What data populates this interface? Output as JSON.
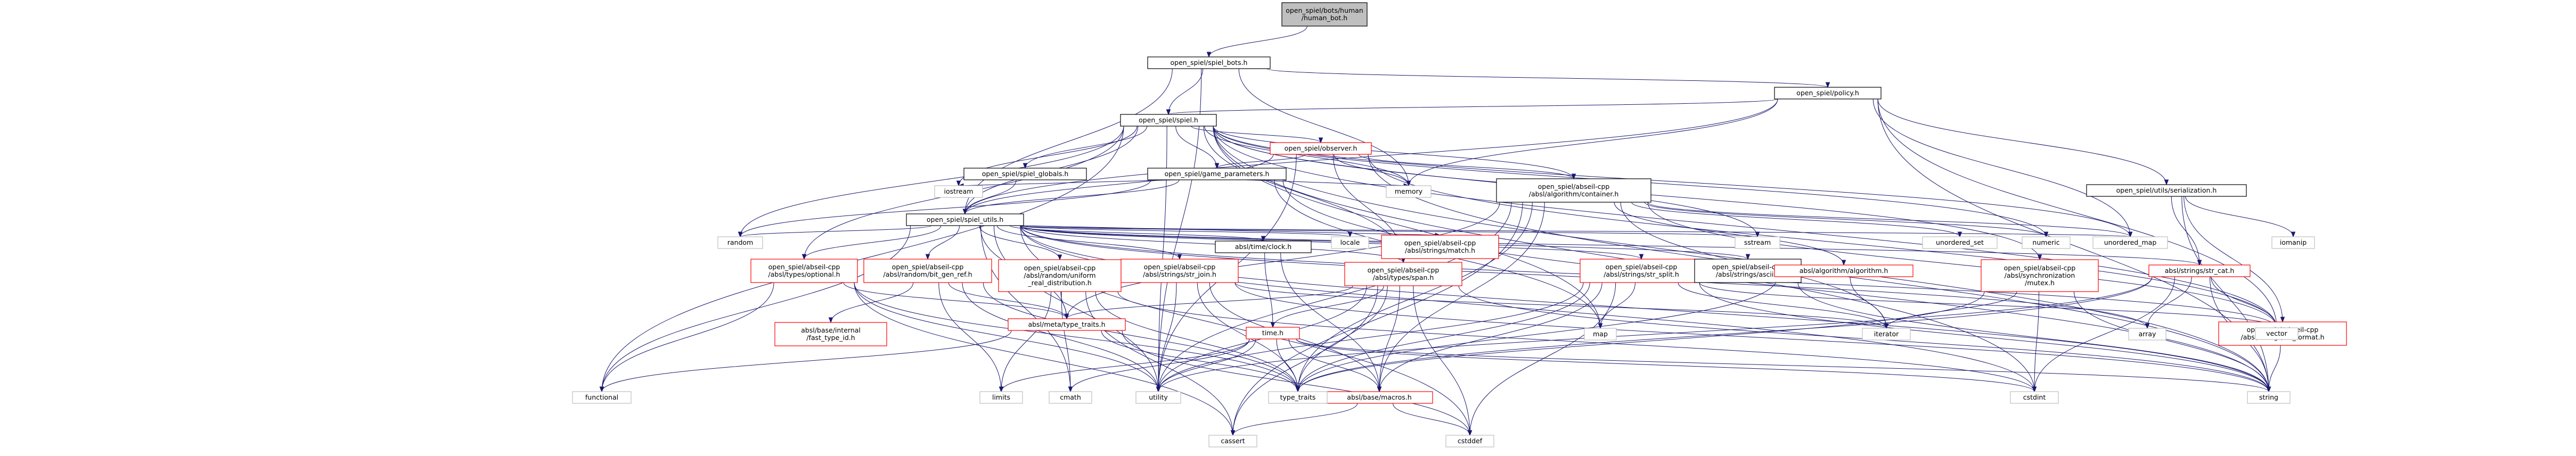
{
  "graph": {
    "colors": {
      "edge": "#191970",
      "node_border_normal": "#000000",
      "node_border_truncated": "#ff0000",
      "node_fill_root": "#bfbfbf",
      "node_fill": "#ffffff",
      "text": "#000000"
    },
    "nodes": [
      {
        "id": "human_bot_h",
        "lines": [
          "open_spiel/bots/human",
          "/human_bot.h"
        ],
        "kind": "root"
      },
      {
        "id": "spiel_bots_h",
        "lines": [
          "open_spiel/spiel_bots.h"
        ],
        "kind": "normal"
      },
      {
        "id": "policy_h",
        "lines": [
          "open_spiel/policy.h"
        ],
        "kind": "normal"
      },
      {
        "id": "spiel_h",
        "lines": [
          "open_spiel/spiel.h"
        ],
        "kind": "normal"
      },
      {
        "id": "observer_h",
        "lines": [
          "open_spiel/observer.h"
        ],
        "kind": "truncated"
      },
      {
        "id": "spiel_globals_h",
        "lines": [
          "open_spiel/spiel_globals.h"
        ],
        "kind": "normal"
      },
      {
        "id": "game_parameters_h",
        "lines": [
          "open_spiel/game_parameters.h"
        ],
        "kind": "normal"
      },
      {
        "id": "container_h",
        "lines": [
          "open_spiel/abseil-cpp",
          "/absl/algorithm/container.h"
        ],
        "kind": "normal"
      },
      {
        "id": "serialization_h",
        "lines": [
          "open_spiel/utils/serialization.h"
        ],
        "kind": "normal"
      },
      {
        "id": "spiel_utils_h",
        "lines": [
          "open_spiel/spiel_utils.h"
        ],
        "kind": "normal"
      },
      {
        "id": "random",
        "lines": [
          "random"
        ],
        "kind": "system"
      },
      {
        "id": "optional_h",
        "lines": [
          "open_spiel/abseil-cpp",
          "/absl/types/optional.h"
        ],
        "kind": "truncated"
      },
      {
        "id": "bit_gen_ref_h",
        "lines": [
          "open_spiel/abseil-cpp",
          "/absl/random/bit_gen_ref.h"
        ],
        "kind": "truncated"
      },
      {
        "id": "uniform_real_h",
        "lines": [
          "open_spiel/abseil-cpp",
          "/absl/random/uniform",
          "_real_distribution.h"
        ],
        "kind": "truncated"
      },
      {
        "id": "str_join_h",
        "lines": [
          "open_spiel/abseil-cpp",
          "/absl/strings/str_join.h"
        ],
        "kind": "truncated"
      },
      {
        "id": "clock_h",
        "lines": [
          "absl/time/clock.h"
        ],
        "kind": "normal"
      },
      {
        "id": "locale",
        "lines": [
          "locale"
        ],
        "kind": "system"
      },
      {
        "id": "match_h",
        "lines": [
          "open_spiel/abseil-cpp",
          "/absl/strings/match.h"
        ],
        "kind": "truncated"
      },
      {
        "id": "span_h",
        "lines": [
          "open_spiel/abseil-cpp",
          "/absl/types/span.h"
        ],
        "kind": "truncated"
      },
      {
        "id": "str_split_h",
        "lines": [
          "open_spiel/abseil-cpp",
          "/absl/strings/str_split.h"
        ],
        "kind": "truncated"
      },
      {
        "id": "ascii_h",
        "lines": [
          "open_spiel/abseil-cpp",
          "/absl/strings/ascii.h"
        ],
        "kind": "normal"
      },
      {
        "id": "sstream",
        "lines": [
          "sstream"
        ],
        "kind": "system"
      },
      {
        "id": "algorithm_h",
        "lines": [
          "absl/algorithm/algorithm.h"
        ],
        "kind": "truncated"
      },
      {
        "id": "mutex_h",
        "lines": [
          "open_spiel/abseil-cpp",
          "/absl/synchronization",
          "/mutex.h"
        ],
        "kind": "truncated"
      },
      {
        "id": "str_cat_h",
        "lines": [
          "absl/strings/str_cat.h"
        ],
        "kind": "truncated"
      },
      {
        "id": "unordered_set",
        "lines": [
          "unordered_set"
        ],
        "kind": "system"
      },
      {
        "id": "numeric",
        "lines": [
          "numeric"
        ],
        "kind": "system"
      },
      {
        "id": "unordered_map",
        "lines": [
          "unordered_map"
        ],
        "kind": "system"
      },
      {
        "id": "iomanip",
        "lines": [
          "iomanip"
        ],
        "kind": "system"
      },
      {
        "id": "str_format_h",
        "lines": [
          "open_spiel/abseil-cpp",
          "/absl/strings/str_format.h"
        ],
        "kind": "truncated"
      },
      {
        "id": "iostream",
        "lines": [
          "iostream"
        ],
        "kind": "system"
      },
      {
        "id": "memory",
        "lines": [
          "memory"
        ],
        "kind": "system"
      },
      {
        "id": "fast_type_id_h",
        "lines": [
          "absl/base/internal",
          "/fast_type_id.h"
        ],
        "kind": "truncated"
      },
      {
        "id": "type_traits_h",
        "lines": [
          "absl/meta/type_traits.h"
        ],
        "kind": "truncated"
      },
      {
        "id": "time_h",
        "lines": [
          "time.h"
        ],
        "kind": "truncated"
      },
      {
        "id": "macros_h",
        "lines": [
          "absl/base/macros.h"
        ],
        "kind": "truncated"
      },
      {
        "id": "map",
        "lines": [
          "map"
        ],
        "kind": "system"
      },
      {
        "id": "iterator",
        "lines": [
          "iterator"
        ],
        "kind": "system"
      },
      {
        "id": "array",
        "lines": [
          "array"
        ],
        "kind": "system"
      },
      {
        "id": "vector",
        "lines": [
          "vector"
        ],
        "kind": "system"
      },
      {
        "id": "string",
        "lines": [
          "string"
        ],
        "kind": "system"
      },
      {
        "id": "cstdint",
        "lines": [
          "cstdint"
        ],
        "kind": "system"
      },
      {
        "id": "functional",
        "lines": [
          "functional"
        ],
        "kind": "system"
      },
      {
        "id": "limits",
        "lines": [
          "limits"
        ],
        "kind": "system"
      },
      {
        "id": "cmath",
        "lines": [
          "cmath"
        ],
        "kind": "system"
      },
      {
        "id": "utility",
        "lines": [
          "utility"
        ],
        "kind": "system"
      },
      {
        "id": "type_traits",
        "lines": [
          "type_traits"
        ],
        "kind": "system"
      },
      {
        "id": "cassert",
        "lines": [
          "cassert"
        ],
        "kind": "system"
      },
      {
        "id": "cstddef",
        "lines": [
          "cstddef"
        ],
        "kind": "system"
      }
    ],
    "edges": [
      [
        "human_bot_h",
        "spiel_bots_h"
      ],
      [
        "spiel_bots_h",
        "spiel_h"
      ],
      [
        "spiel_bots_h",
        "policy_h"
      ],
      [
        "spiel_bots_h",
        "spiel_utils_h"
      ],
      [
        "spiel_bots_h",
        "memory"
      ],
      [
        "spiel_bots_h",
        "utility"
      ],
      [
        "policy_h",
        "spiel_h"
      ],
      [
        "policy_h",
        "serialization_h"
      ],
      [
        "policy_h",
        "spiel_utils_h"
      ],
      [
        "policy_h",
        "unordered_map"
      ],
      [
        "policy_h",
        "vector"
      ],
      [
        "policy_h",
        "string"
      ],
      [
        "policy_h",
        "memory"
      ],
      [
        "spiel_h",
        "observer_h"
      ],
      [
        "spiel_h",
        "spiel_globals_h"
      ],
      [
        "spiel_h",
        "game_parameters_h"
      ],
      [
        "spiel_h",
        "spiel_utils_h"
      ],
      [
        "spiel_h",
        "container_h"
      ],
      [
        "spiel_h",
        "optional_h"
      ],
      [
        "spiel_h",
        "span_h"
      ],
      [
        "spiel_h",
        "mutex_h"
      ],
      [
        "spiel_h",
        "random"
      ],
      [
        "spiel_h",
        "iostream"
      ],
      [
        "spiel_h",
        "memory"
      ],
      [
        "spiel_h",
        "map"
      ],
      [
        "spiel_h",
        "sstream"
      ],
      [
        "spiel_h",
        "unordered_map"
      ],
      [
        "spiel_h",
        "vector"
      ],
      [
        "spiel_h",
        "string"
      ],
      [
        "spiel_h",
        "functional"
      ],
      [
        "spiel_h",
        "cstdint"
      ],
      [
        "spiel_h",
        "numeric"
      ],
      [
        "spiel_h",
        "utility"
      ],
      [
        "observer_h",
        "game_parameters_h"
      ],
      [
        "observer_h",
        "spiel_utils_h"
      ],
      [
        "observer_h",
        "container_h"
      ],
      [
        "observer_h",
        "span_h"
      ],
      [
        "observer_h",
        "memory"
      ],
      [
        "observer_h",
        "vector"
      ],
      [
        "observer_h",
        "string"
      ],
      [
        "observer_h",
        "utility"
      ],
      [
        "spiel_globals_h",
        "spiel_utils_h"
      ],
      [
        "game_parameters_h",
        "spiel_utils_h"
      ],
      [
        "game_parameters_h",
        "iostream"
      ],
      [
        "game_parameters_h",
        "map"
      ],
      [
        "game_parameters_h",
        "memory"
      ],
      [
        "game_parameters_h",
        "string"
      ],
      [
        "game_parameters_h",
        "random"
      ],
      [
        "container_h",
        "algorithm_h"
      ],
      [
        "container_h",
        "type_traits_h"
      ],
      [
        "container_h",
        "macros_h"
      ],
      [
        "container_h",
        "algorithm"
      ],
      [
        "container_h",
        "cassert"
      ],
      [
        "container_h",
        "iterator"
      ],
      [
        "container_h",
        "numeric"
      ],
      [
        "container_h",
        "type_traits"
      ],
      [
        "container_h",
        "unordered_map"
      ],
      [
        "container_h",
        "unordered_set"
      ],
      [
        "container_h",
        "utility"
      ],
      [
        "container_h",
        "vector"
      ],
      [
        "serialization_h",
        "str_cat_h"
      ],
      [
        "serialization_h",
        "str_format_h"
      ],
      [
        "serialization_h",
        "iomanip"
      ],
      [
        "serialization_h",
        "string"
      ],
      [
        "spiel_utils_h",
        "random"
      ],
      [
        "spiel_utils_h",
        "optional_h"
      ],
      [
        "spiel_utils_h",
        "bit_gen_ref_h"
      ],
      [
        "spiel_utils_h",
        "uniform_real_h"
      ],
      [
        "spiel_utils_h",
        "str_join_h"
      ],
      [
        "spiel_utils_h",
        "clock_h"
      ],
      [
        "spiel_utils_h",
        "locale"
      ],
      [
        "spiel_utils_h",
        "match_h"
      ],
      [
        "spiel_utils_h",
        "span_h"
      ],
      [
        "spiel_utils_h",
        "str_split_h"
      ],
      [
        "spiel_utils_h",
        "ascii_h"
      ],
      [
        "spiel_utils_h",
        "sstream"
      ],
      [
        "spiel_utils_h",
        "str_cat_h"
      ],
      [
        "spiel_utils_h",
        "unordered_map"
      ],
      [
        "spiel_utils_h",
        "vector"
      ],
      [
        "spiel_utils_h",
        "string"
      ],
      [
        "spiel_utils_h",
        "cstdint"
      ],
      [
        "spiel_utils_h",
        "cstddef"
      ],
      [
        "spiel_utils_h",
        "array"
      ],
      [
        "spiel_utils_h",
        "algorithm"
      ],
      [
        "spiel_utils_h",
        "cmath"
      ],
      [
        "spiel_utils_h",
        "functional"
      ],
      [
        "spiel_utils_h",
        "utility"
      ],
      [
        "spiel_utils_h",
        "type_traits_h"
      ],
      [
        "optional_h",
        "functional"
      ],
      [
        "optional_h",
        "type_traits_h"
      ],
      [
        "optional_h",
        "cassert"
      ],
      [
        "optional_h",
        "utility"
      ],
      [
        "optional_h",
        "type_traits"
      ],
      [
        "bit_gen_ref_h",
        "fast_type_id_h"
      ],
      [
        "bit_gen_ref_h",
        "type_traits_h"
      ],
      [
        "bit_gen_ref_h",
        "limits"
      ],
      [
        "bit_gen_ref_h",
        "type_traits"
      ],
      [
        "bit_gen_ref_h",
        "utility"
      ],
      [
        "uniform_real_h",
        "type_traits_h"
      ],
      [
        "uniform_real_h",
        "cassert"
      ],
      [
        "uniform_real_h",
        "cmath"
      ],
      [
        "uniform_real_h",
        "cstdint"
      ],
      [
        "uniform_real_h",
        "limits"
      ],
      [
        "uniform_real_h",
        "type_traits"
      ],
      [
        "str_join_h",
        "macros_h"
      ],
      [
        "str_join_h",
        "iterator"
      ],
      [
        "str_join_h",
        "string"
      ],
      [
        "str_join_h",
        "type_traits"
      ],
      [
        "str_join_h",
        "utility"
      ],
      [
        "str_join_h",
        "cstdio"
      ],
      [
        "clock_h",
        "macros_h"
      ],
      [
        "clock_h",
        "time_h"
      ],
      [
        "span_h",
        "time_h"
      ],
      [
        "span_h",
        "macros_h"
      ],
      [
        "span_h",
        "type_traits_h"
      ],
      [
        "span_h",
        "algorithm"
      ],
      [
        "span_h",
        "cassert"
      ],
      [
        "span_h",
        "cstddef"
      ],
      [
        "span_h",
        "type_traits"
      ],
      [
        "span_h",
        "utility"
      ],
      [
        "span_h",
        "string"
      ],
      [
        "str_split_h",
        "macros_h"
      ],
      [
        "str_split_h",
        "algorithm"
      ],
      [
        "str_split_h",
        "cstddef"
      ],
      [
        "str_split_h",
        "map"
      ],
      [
        "str_split_h",
        "string"
      ],
      [
        "str_split_h",
        "utility"
      ],
      [
        "str_split_h",
        "vector"
      ],
      [
        "str_split_h",
        "type_traits"
      ],
      [
        "str_split_h",
        "iterator"
      ],
      [
        "ascii_h",
        "algorithm"
      ],
      [
        "ascii_h",
        "string"
      ],
      [
        "algorithm_h",
        "algorithm"
      ],
      [
        "algorithm_h",
        "iterator"
      ],
      [
        "algorithm_h",
        "type_traits"
      ],
      [
        "mutex_h",
        "iterator"
      ],
      [
        "mutex_h",
        "cstdint"
      ],
      [
        "mutex_h",
        "string"
      ],
      [
        "mutex_h",
        "type_traits"
      ],
      [
        "str_cat_h",
        "array"
      ],
      [
        "str_cat_h",
        "cstdint"
      ],
      [
        "str_cat_h",
        "string"
      ],
      [
        "str_cat_h",
        "type_traits"
      ],
      [
        "str_cat_h",
        "vector"
      ],
      [
        "str_cat_h",
        "utility"
      ],
      [
        "str_format_h",
        "string"
      ],
      [
        "type_traits_h",
        "type_traits"
      ],
      [
        "type_traits_h",
        "functional"
      ],
      [
        "type_traits_h",
        "cstddef"
      ],
      [
        "time_h",
        "macros_h"
      ],
      [
        "time_h",
        "cmath"
      ],
      [
        "time_h",
        "cstdint"
      ],
      [
        "time_h",
        "limits"
      ],
      [
        "time_h",
        "string"
      ],
      [
        "time_h",
        "type_traits"
      ],
      [
        "time_h",
        "utility"
      ],
      [
        "macros_h",
        "cassert"
      ],
      [
        "macros_h",
        "cstddef"
      ]
    ]
  }
}
